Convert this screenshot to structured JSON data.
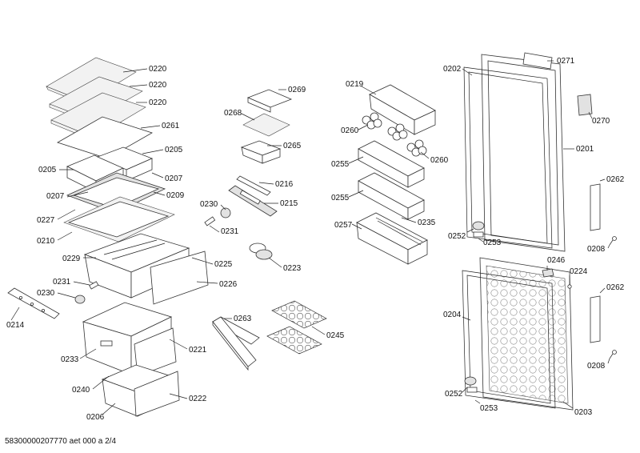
{
  "diagram": {
    "footer_text": "58300000207770 aet 000 a 2/4",
    "callouts": [
      {
        "id": "c01",
        "text": "0220"
      },
      {
        "id": "c02",
        "text": "0220"
      },
      {
        "id": "c03",
        "text": "0220"
      },
      {
        "id": "c04",
        "text": "0261"
      },
      {
        "id": "c05",
        "text": "0205"
      },
      {
        "id": "c06",
        "text": "0205"
      },
      {
        "id": "c07",
        "text": "0207"
      },
      {
        "id": "c08",
        "text": "0207"
      },
      {
        "id": "c09",
        "text": "0209"
      },
      {
        "id": "c10",
        "text": "0227"
      },
      {
        "id": "c11",
        "text": "0210"
      },
      {
        "id": "c12",
        "text": "0229"
      },
      {
        "id": "c13",
        "text": "0225"
      },
      {
        "id": "c14",
        "text": "0226"
      },
      {
        "id": "c15",
        "text": "0231"
      },
      {
        "id": "c16",
        "text": "0230"
      },
      {
        "id": "c17",
        "text": "0214"
      },
      {
        "id": "c18",
        "text": "0233"
      },
      {
        "id": "c19",
        "text": "0221"
      },
      {
        "id": "c20",
        "text": "0240"
      },
      {
        "id": "c21",
        "text": "0222"
      },
      {
        "id": "c22",
        "text": "0206"
      },
      {
        "id": "c23",
        "text": "0269"
      },
      {
        "id": "c24",
        "text": "0268"
      },
      {
        "id": "c25",
        "text": "0265"
      },
      {
        "id": "c26",
        "text": "0216"
      },
      {
        "id": "c27",
        "text": "0230"
      },
      {
        "id": "c28",
        "text": "0215"
      },
      {
        "id": "c29",
        "text": "0231"
      },
      {
        "id": "c30",
        "text": "0223"
      },
      {
        "id": "c31",
        "text": "0263"
      },
      {
        "id": "c32",
        "text": "0245"
      },
      {
        "id": "c33",
        "text": "0219"
      },
      {
        "id": "c34",
        "text": "0260"
      },
      {
        "id": "c35",
        "text": "0260"
      },
      {
        "id": "c36",
        "text": "0255"
      },
      {
        "id": "c37",
        "text": "0255"
      },
      {
        "id": "c38",
        "text": "0235"
      },
      {
        "id": "c39",
        "text": "0257"
      },
      {
        "id": "c40",
        "text": "0202"
      },
      {
        "id": "c41",
        "text": "0271"
      },
      {
        "id": "c42",
        "text": "0270"
      },
      {
        "id": "c43",
        "text": "0201"
      },
      {
        "id": "c44",
        "text": "0262"
      },
      {
        "id": "c45",
        "text": "0252"
      },
      {
        "id": "c46",
        "text": "0253"
      },
      {
        "id": "c47",
        "text": "0208"
      },
      {
        "id": "c48",
        "text": "0246"
      },
      {
        "id": "c49",
        "text": "0224"
      },
      {
        "id": "c50",
        "text": "0262"
      },
      {
        "id": "c51",
        "text": "0204"
      },
      {
        "id": "c52",
        "text": "0208"
      },
      {
        "id": "c53",
        "text": "0252"
      },
      {
        "id": "c54",
        "text": "0253"
      },
      {
        "id": "c55",
        "text": "0203"
      }
    ]
  }
}
